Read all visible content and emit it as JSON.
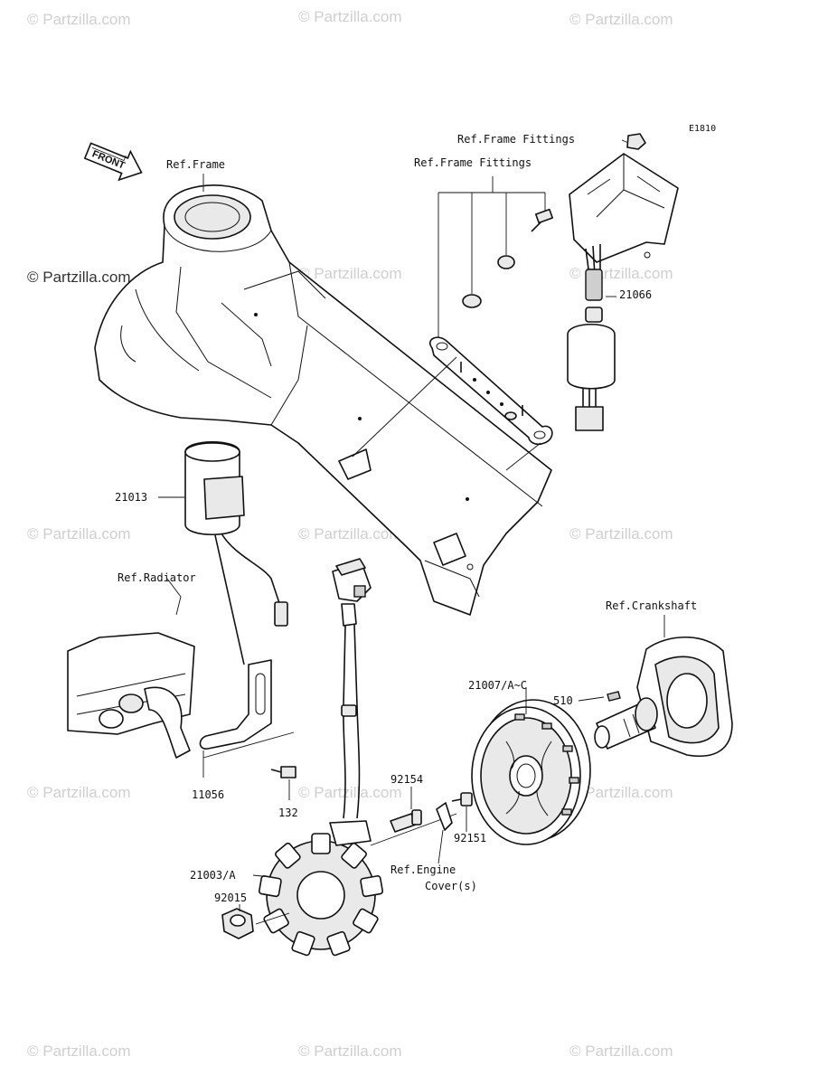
{
  "diagram_code": "E1810",
  "brand": "© Partzilla.com",
  "watermark": "© Partzilla.com",
  "front_arrow_label": "FRONT",
  "labels": {
    "ref_frame": "Ref.Frame",
    "ref_frame_fittings_top": "Ref.Frame Fittings",
    "ref_frame_fittings": "Ref.Frame Fittings",
    "part_21066": "21066",
    "part_21013": "21013",
    "ref_radiator": "Ref.Radiator",
    "ref_crankshaft": "Ref.Crankshaft",
    "part_21007": "21007/A~C",
    "part_510": "510",
    "part_11056": "11056",
    "part_132": "132",
    "part_92154": "92154",
    "part_92151": "92151",
    "ref_engine_cover_1": "Ref.Engine",
    "ref_engine_cover_2": "Cover(s)",
    "part_21003": "21003/A",
    "part_92015": "92015"
  }
}
